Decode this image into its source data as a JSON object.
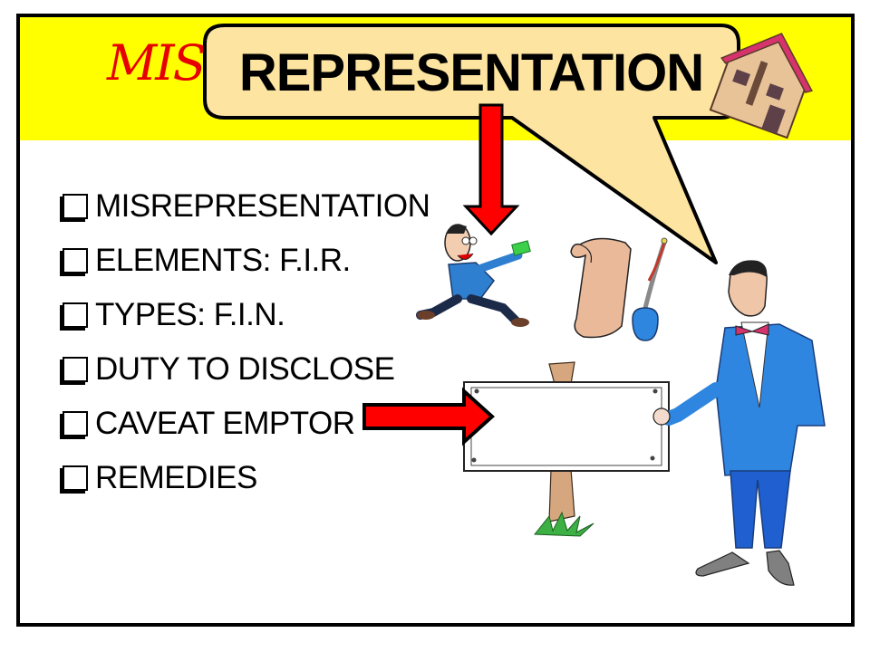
{
  "slide": {
    "title_prefix": "MIS",
    "title_callout": "REPRESENTATION",
    "colors": {
      "header_band": "#ffff00",
      "callout_fill": "#fde4a0",
      "arrow": "#ff0000",
      "title_prefix": "#e60000",
      "frame": "#000000"
    },
    "bullets": [
      {
        "label": "MISREPRESENTATION"
      },
      {
        "label": "ELEMENTS: F.I.R."
      },
      {
        "label": "TYPES: F.I.N."
      },
      {
        "label": "DUTY TO DISCLOSE"
      },
      {
        "label": "CAVEAT EMPTOR"
      },
      {
        "label": "REMEDIES"
      }
    ],
    "illustrations": [
      {
        "name": "house-icon"
      },
      {
        "name": "running-businessman-with-money"
      },
      {
        "name": "scroll-and-quill"
      },
      {
        "name": "blank-signpost"
      },
      {
        "name": "man-in-blue-suit"
      }
    ]
  }
}
